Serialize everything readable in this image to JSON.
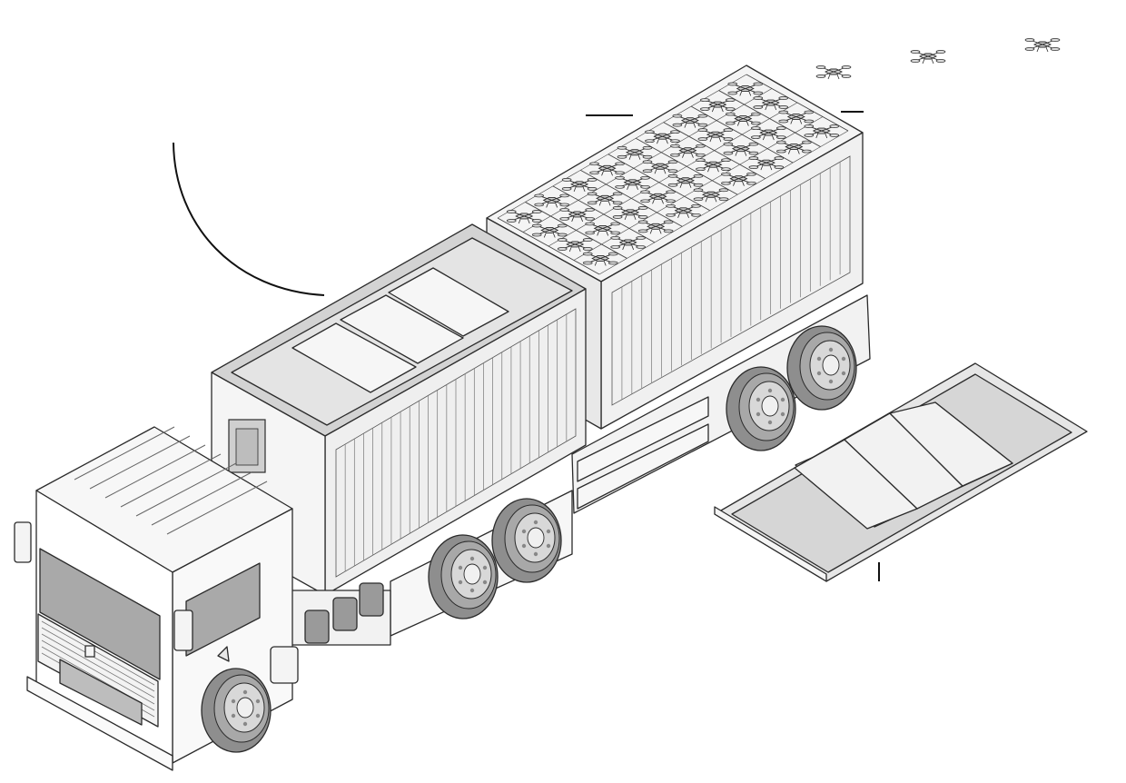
{
  "scene": {
    "colors": {
      "outline": "#2b2b2b",
      "body": "#f4f4f4",
      "panel_light": "#f7f7f7",
      "panel_mid": "#e2e2e2",
      "panel_dark": "#c9c9c9",
      "window": "#a9a9a9",
      "tire": "#8e8e8e",
      "rim": "#d8d8d8",
      "leader_line": "#111111"
    },
    "icons": [
      "truck-icon",
      "container-icon",
      "drone-icon",
      "solar-panel-icon",
      "wheel-icon"
    ],
    "containers": 2,
    "flying_drones": 3,
    "panel_modules": 3,
    "drone_rack_rows": 9,
    "drone_rack_columns": 4
  }
}
